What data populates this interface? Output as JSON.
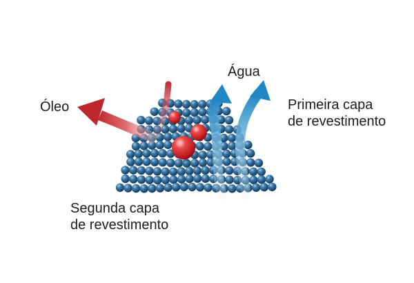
{
  "labels": {
    "oil": "Óleo",
    "water": "Água",
    "first_layer": [
      "Primeira capa",
      "de revestimento"
    ],
    "second_layer": [
      "Segunda capa",
      "de revestimento"
    ]
  },
  "colors": {
    "background": "#ffffff",
    "text": "#1c1c1c",
    "sphere_dark": "#0d2f4f",
    "sphere_mid": "#2f6a98",
    "sphere_light": "#9cc4e0",
    "oil_arrow": "#c0272d",
    "water_arrow": "#1f87c4",
    "droplet": "#d42020"
  },
  "icons": {
    "oil_arrow": "arrow-up-left",
    "water_arrows": "arrow-up"
  }
}
